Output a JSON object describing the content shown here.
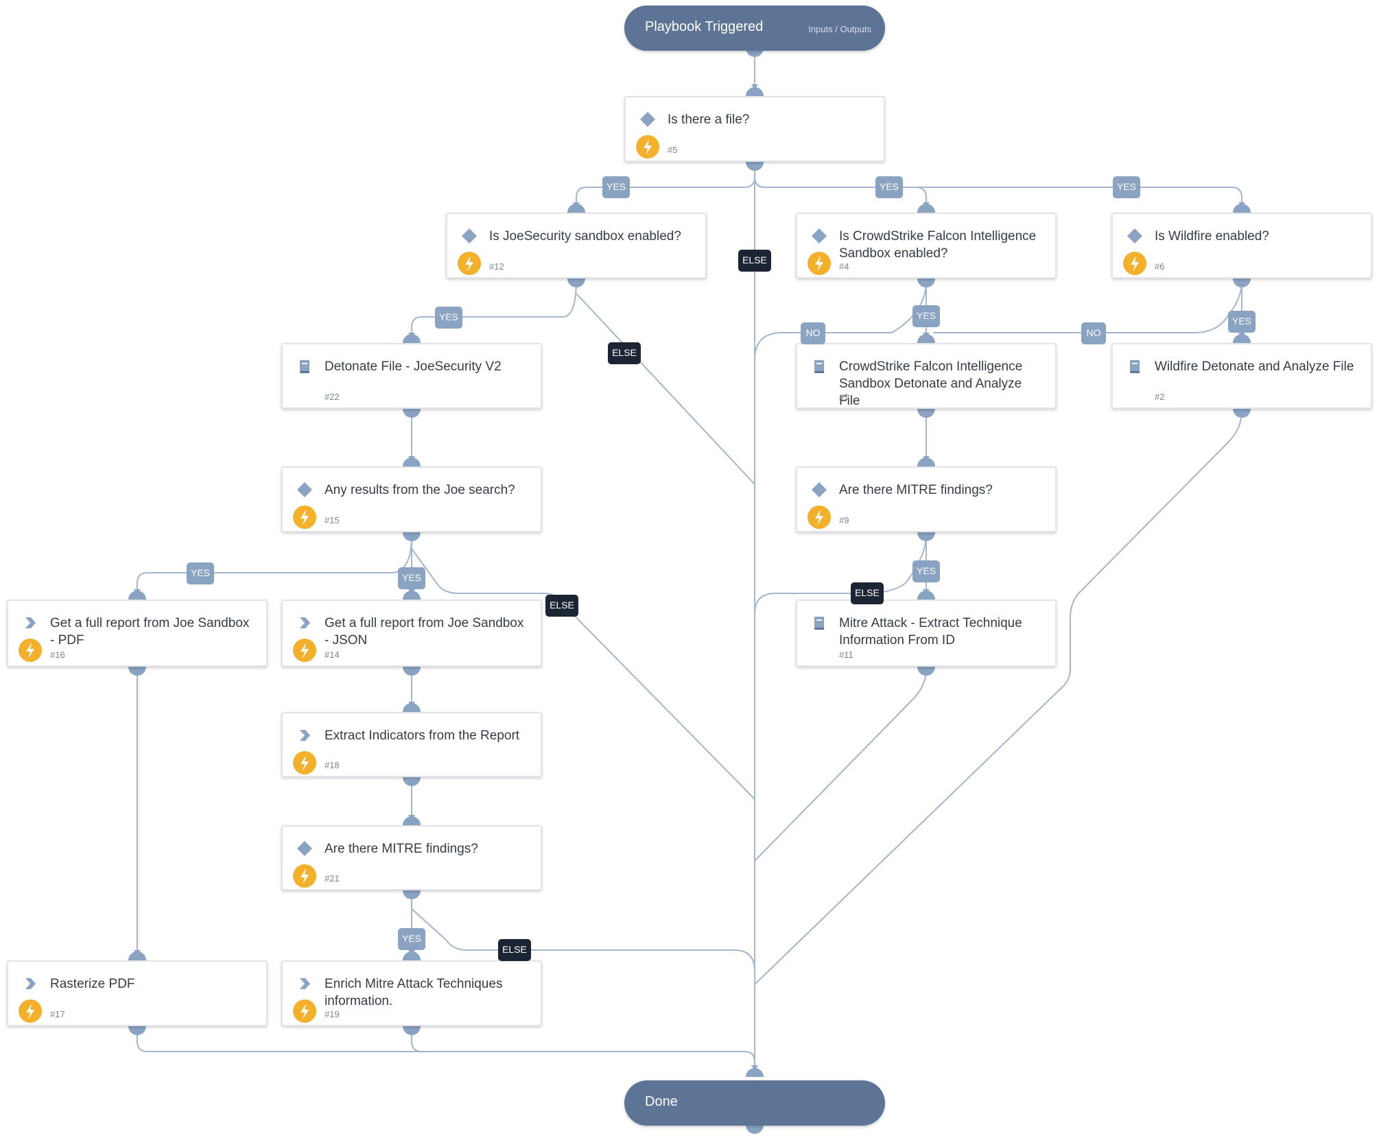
{
  "start": {
    "title": "Playbook Triggered",
    "links": "Inputs / Outputs"
  },
  "end": {
    "title": "Done"
  },
  "nodes": {
    "n5": {
      "title": "Is there a file?",
      "num": "#5"
    },
    "n12": {
      "title": "Is JoeSecurity sandbox enabled?",
      "num": "#12"
    },
    "n4": {
      "title": "Is CrowdStrike Falcon Intelligence Sandbox enabled?",
      "num": "#4"
    },
    "n6": {
      "title": "Is Wildfire enabled?",
      "num": "#6"
    },
    "n22": {
      "title": "Detonate File - JoeSecurity V2",
      "num": "#22"
    },
    "n1": {
      "title": "CrowdStrike Falcon Intelligence Sandbox Detonate and Analyze File",
      "num": "#1"
    },
    "n2": {
      "title": "Wildfire Detonate and Analyze File",
      "num": "#2"
    },
    "n15": {
      "title": "Any results from the Joe search?",
      "num": "#15"
    },
    "n9": {
      "title": "Are there MITRE findings?",
      "num": "#9"
    },
    "n16": {
      "title": "Get a full report from Joe Sandbox - PDF",
      "num": "#16"
    },
    "n14": {
      "title": "Get a full report from Joe Sandbox - JSON",
      "num": "#14"
    },
    "n11": {
      "title": "Mitre Attack - Extract Technique Information From ID",
      "num": "#11"
    },
    "n18": {
      "title": "Extract Indicators from the Report",
      "num": "#18"
    },
    "n21": {
      "title": "Are there MITRE findings?",
      "num": "#21"
    },
    "n17": {
      "title": "Rasterize PDF",
      "num": "#17"
    },
    "n19": {
      "title": "Enrich Mitre Attack Techniques information.",
      "num": "#19"
    }
  },
  "labels": {
    "yes": "YES",
    "no": "NO",
    "else": "ELSE"
  }
}
